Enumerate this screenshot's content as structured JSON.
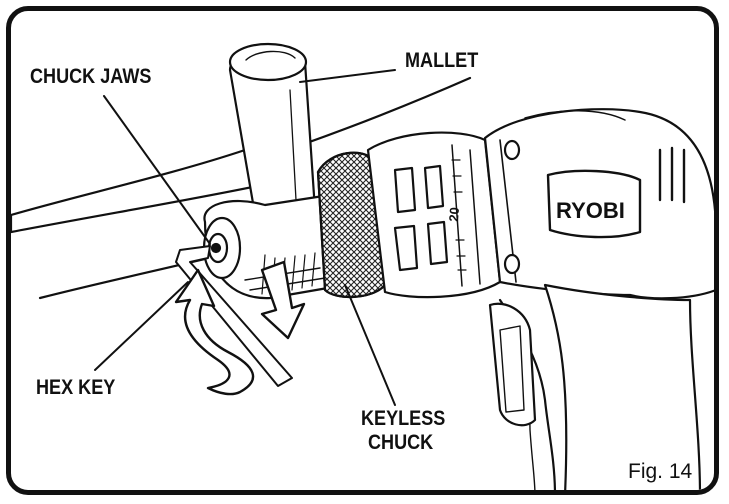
{
  "labels": {
    "chuck_jaws": "CHUCK JAWS",
    "mallet": "MALLET",
    "hex_key": "HEX KEY",
    "keyless_chuck_line1": "KEYLESS",
    "keyless_chuck_line2": "CHUCK"
  },
  "brand": "RYOBI",
  "dial_number": "20",
  "figure_caption": "Fig. 14",
  "colors": {
    "ink": "#111111",
    "paper": "#ffffff"
  }
}
